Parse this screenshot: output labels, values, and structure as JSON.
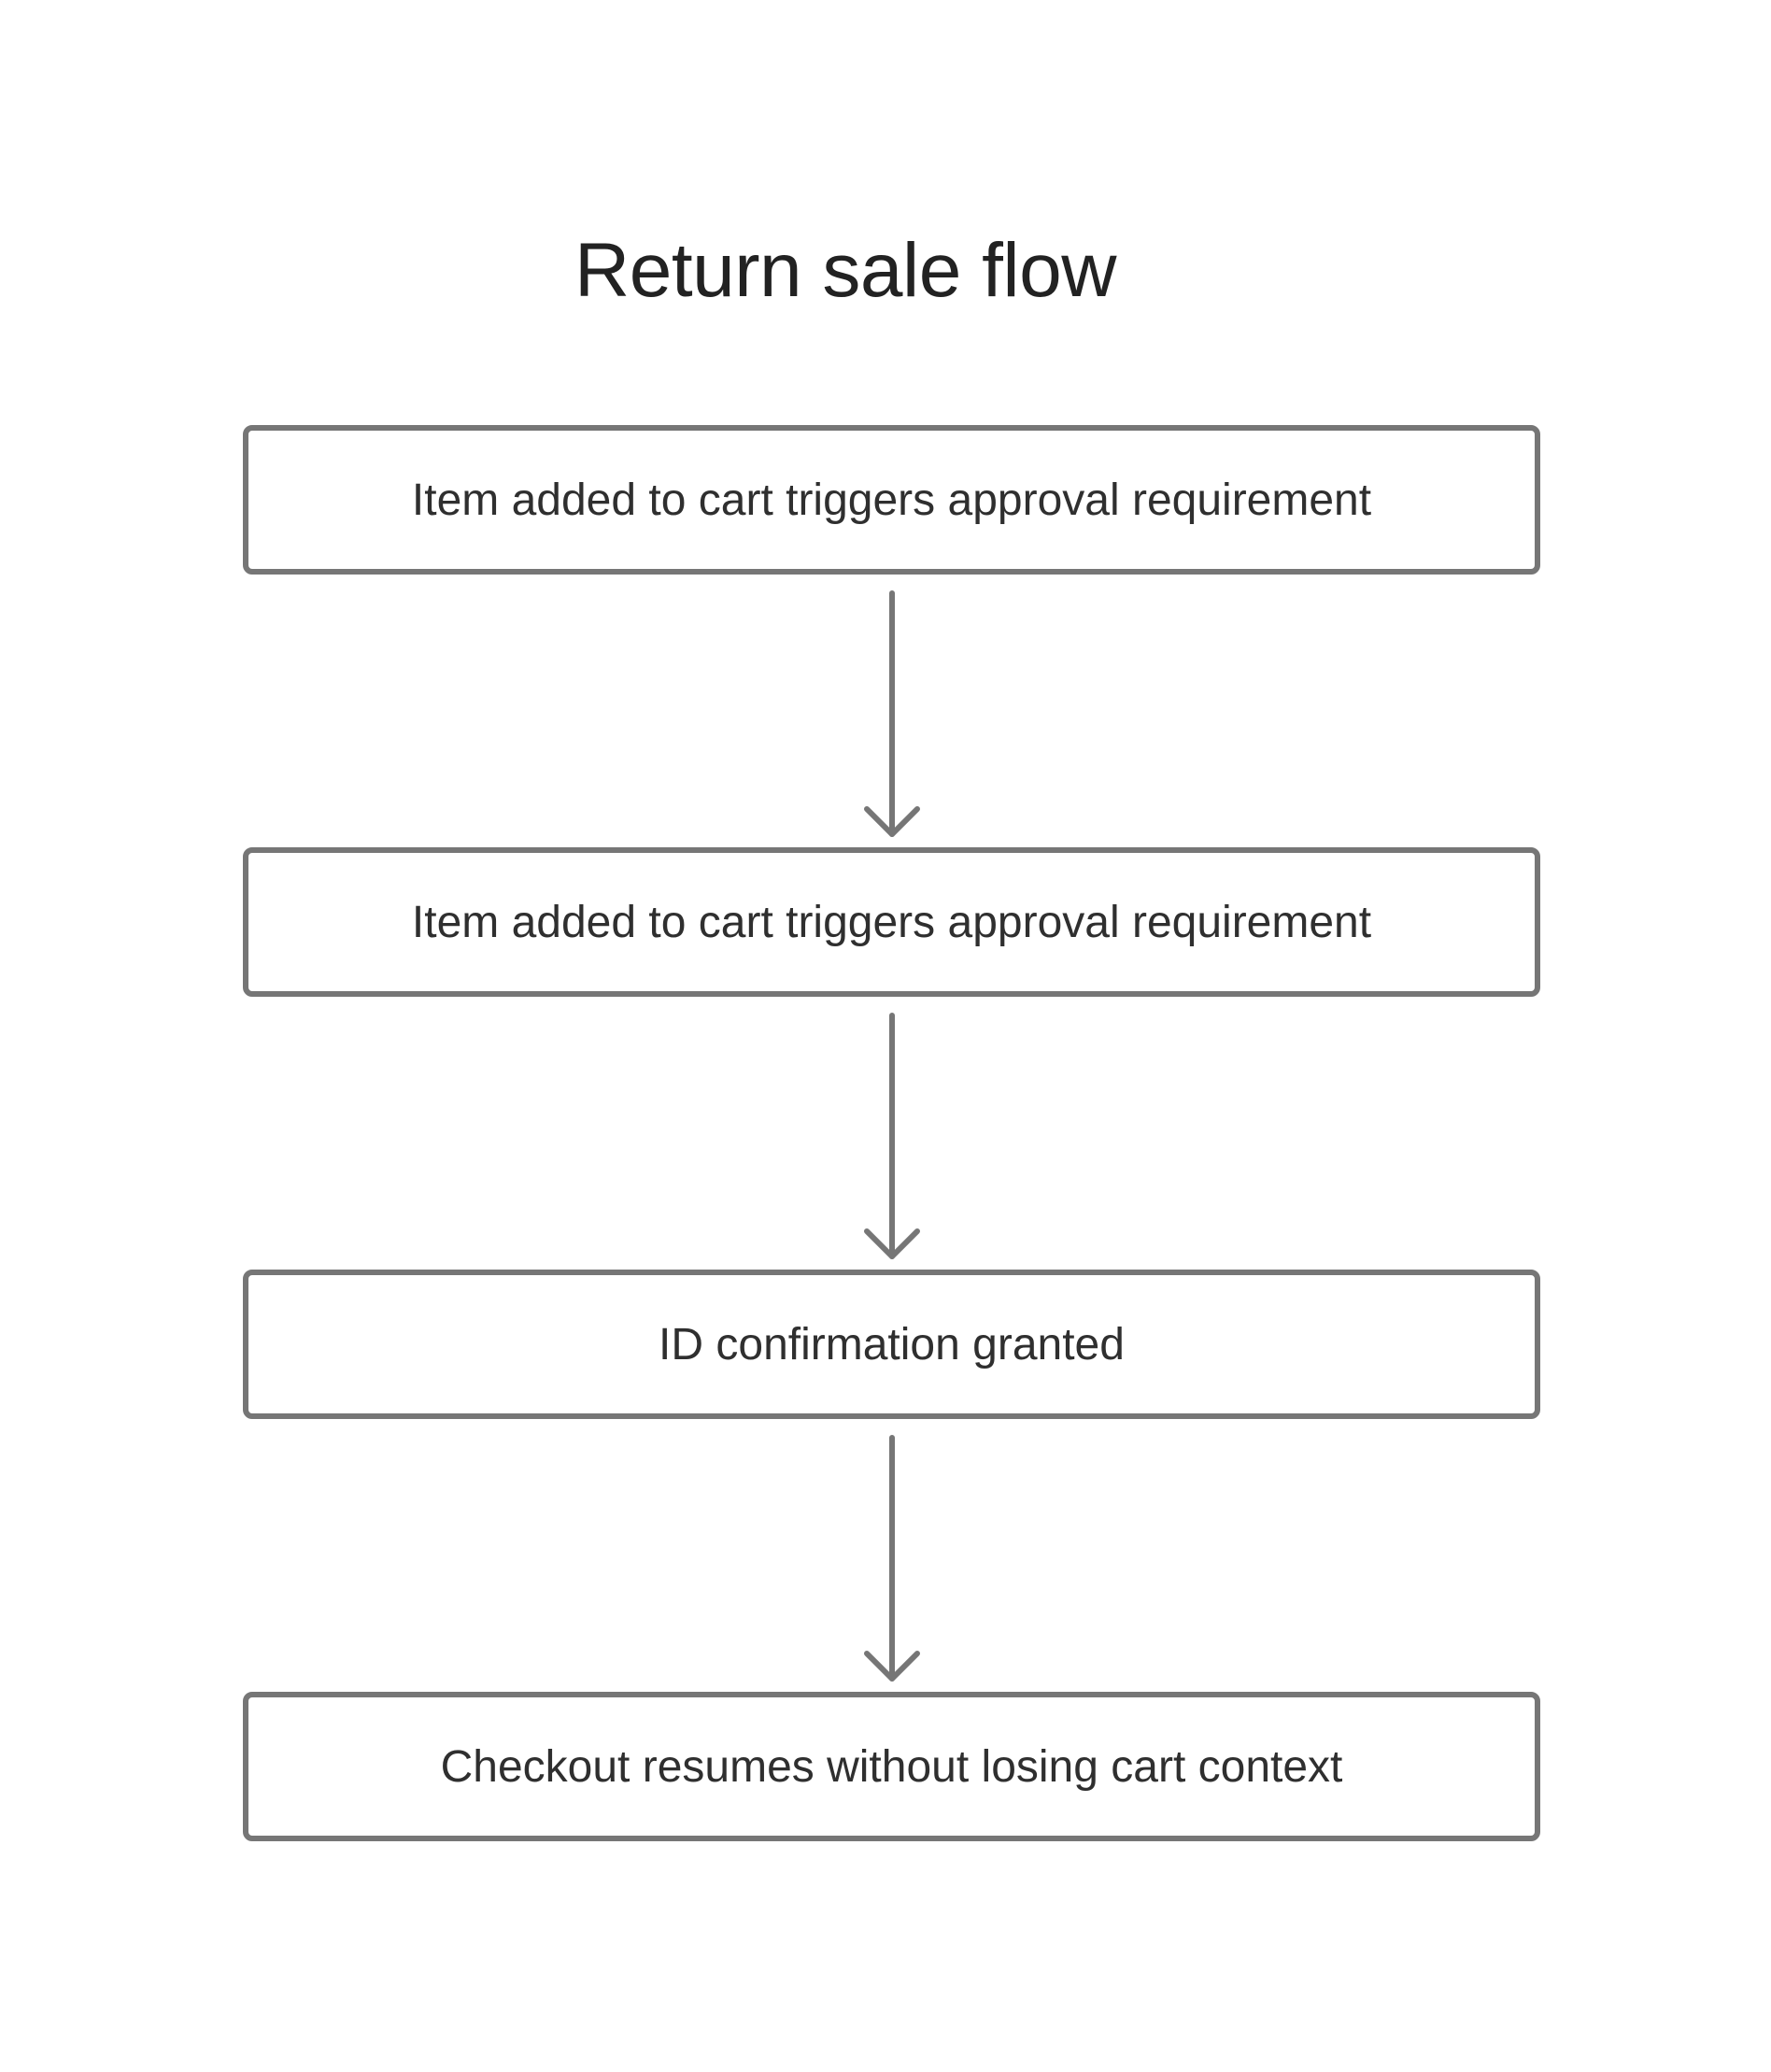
{
  "diagram": {
    "title": "Return sale flow",
    "steps": [
      {
        "label": "Item added to cart triggers approval requirement"
      },
      {
        "label": "Item added to cart triggers approval requirement"
      },
      {
        "label": "ID confirmation granted"
      },
      {
        "label": "Checkout resumes without losing cart context"
      }
    ],
    "colors": {
      "stroke": "#767676",
      "text": "#2f2f2f",
      "title": "#222222",
      "background": "#ffffff"
    }
  }
}
